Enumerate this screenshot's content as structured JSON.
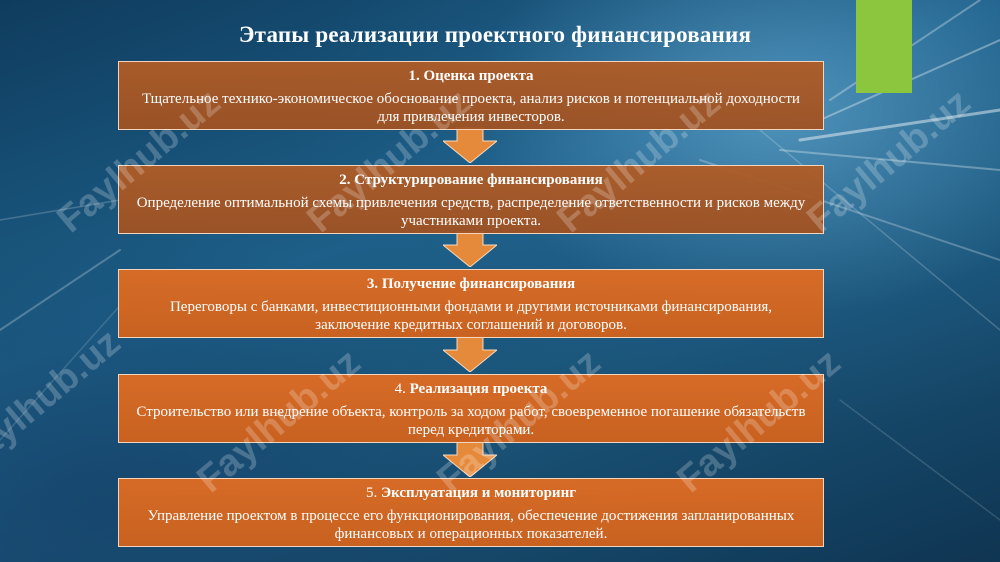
{
  "title": "Этапы реализации проектного финансирования",
  "watermark": "Faylhub.uz",
  "colors": {
    "accent": "#8cc63f",
    "stage_fill": "#d96b24",
    "stage_fill_dark": "#a9592a",
    "arrow_fill": "#e58a3a",
    "background": "#1d5f88"
  },
  "stages": [
    {
      "number": "1.",
      "title": "Оценка проекта",
      "description": "Тщательное технико-экономическое обоснование проекта, анализ рисков и потенциальной доходности для привлечения инвесторов."
    },
    {
      "number": "2.",
      "title": "Структурирование финансирования",
      "description": "Определение оптимальной схемы привлечения средств, распределение ответственности и рисков между участниками проекта."
    },
    {
      "number": "3.",
      "title": "Получение финансирования",
      "description": "Переговоры с банками, инвестиционными фондами и другими источниками финансирования, заключение кредитных соглашений и договоров."
    },
    {
      "number": "4.",
      "title": "Реализация проекта",
      "description": "Строительство или внедрение объекта, контроль за ходом работ, своевременное погашение обязательств перед кредиторами."
    },
    {
      "number": "5.",
      "title": "Эксплуатация и мониторинг",
      "description": "Управление проектом в процессе его функционирования, обеспечение достижения запланированных финансовых и операционных показателей."
    }
  ]
}
